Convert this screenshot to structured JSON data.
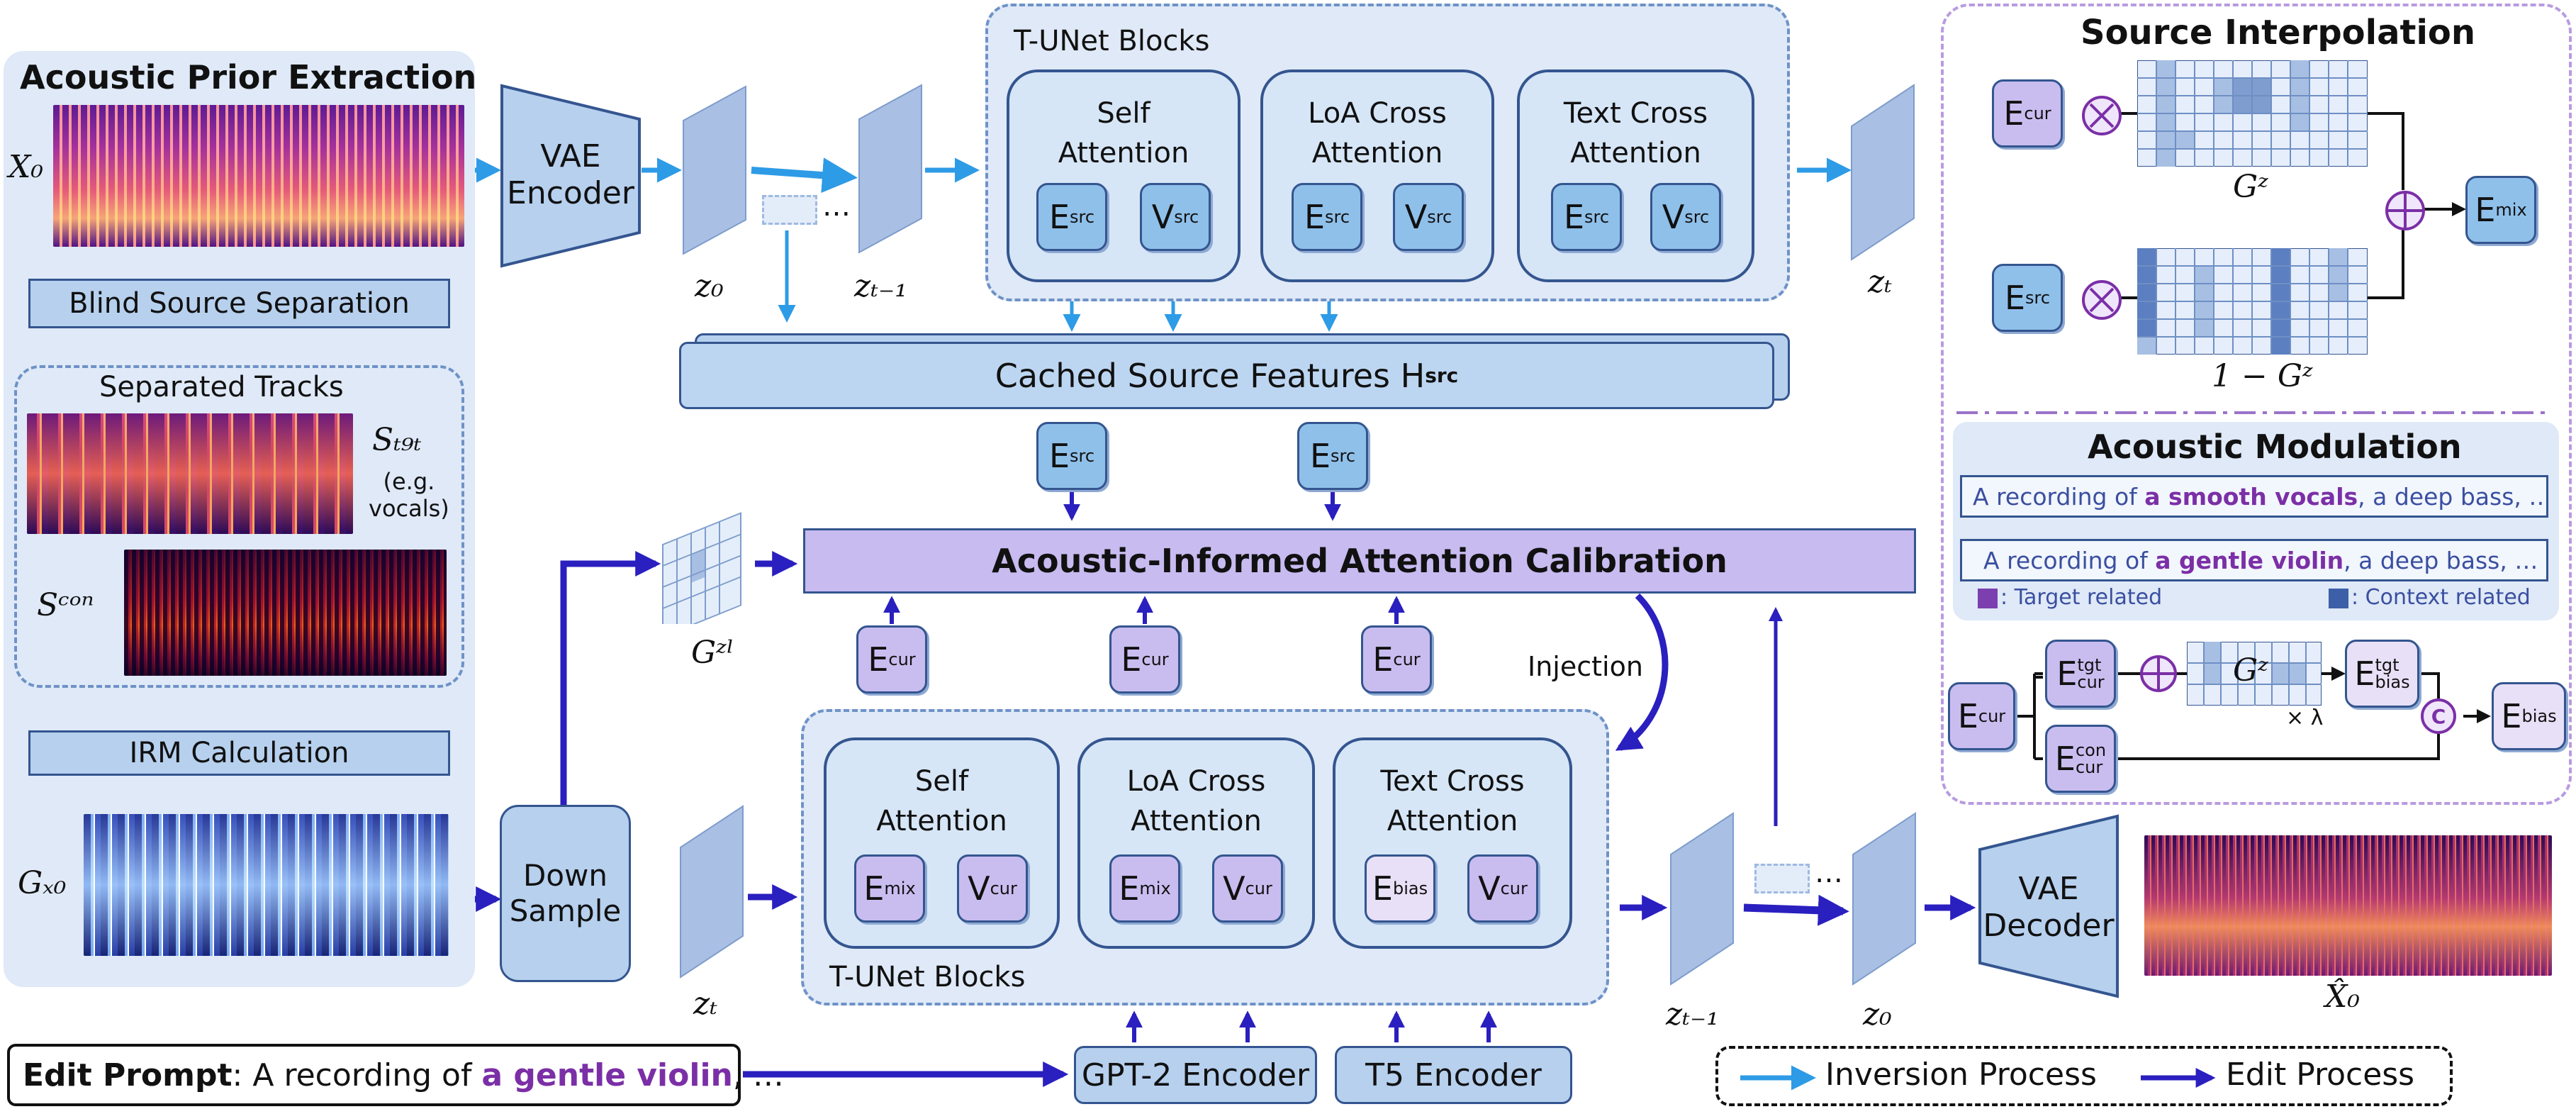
{
  "left_panel": {
    "title": "Acoustic Prior Extraction",
    "x0": "X₀",
    "bss": "Blind Source Separation",
    "tracks_title": "Separated Tracks",
    "s_tgt": "Sₜ₉ₜ",
    "s_tgt_note": "(e.g.\nvocals)",
    "s_con": "Sᶜᵒⁿ",
    "irm": "IRM Calculation",
    "gx0": "Gₓ₀"
  },
  "vae_encoder": "VAE\nEncoder",
  "z0_top": "z₀",
  "zt1_top": "zₜ₋₁",
  "zt_top": "zₜ",
  "top_blocks": {
    "title": "T-UNet Blocks",
    "attn": [
      {
        "label": "Self\nAttention",
        "t1": "E",
        "t1s": "src",
        "t2": "V",
        "t2s": "src"
      },
      {
        "label": "LoA Cross\nAttention",
        "t1": "E",
        "t1s": "src",
        "t2": "V",
        "t2s": "src"
      },
      {
        "label": "Text Cross\nAttention",
        "t1": "E",
        "t1s": "src",
        "t2": "V",
        "t2s": "src"
      }
    ]
  },
  "cached": "Cached Source Features H",
  "cached_sub": "src",
  "esrc": "E",
  "esrc_sub": "src",
  "calib": "Acoustic-Informed Attention Calibration",
  "ecur": "E",
  "ecur_sub": "cur",
  "injection": "Injection",
  "gzl": "Gᶻˡ",
  "downsample": "Down\nSample",
  "zt_bottom": "zₜ",
  "bottom_blocks": {
    "title": "T-UNet Blocks",
    "attn": [
      {
        "label": "Self\nAttention",
        "t1": "E",
        "t1s": "mix",
        "t2": "V",
        "t2s": "cur"
      },
      {
        "label": "LoA Cross\nAttention",
        "t1": "E",
        "t1s": "mix",
        "t2": "V",
        "t2s": "cur"
      },
      {
        "label": "Text Cross\nAttention",
        "t1": "E",
        "t1s": "bias",
        "t2": "V",
        "t2s": "cur"
      }
    ]
  },
  "zt1_bottom": "zₜ₋₁",
  "z0_bottom": "z₀",
  "vae_decoder": "VAE\nDecoder",
  "x0hat": "X̂₀",
  "gpt2": "GPT-2 Encoder",
  "t5": "T5 Encoder",
  "prompt": {
    "label": "Edit Prompt",
    "text1": ": A recording of ",
    "highlight": "a gentle violin",
    "text2": ", …"
  },
  "legend": {
    "inversion": "Inversion Process",
    "edit": "Edit Process"
  },
  "right_panel": {
    "si_title": "Source Interpolation",
    "ecur": "E",
    "ecur_sub": "cur",
    "esrc": "E",
    "esrc_sub": "src",
    "emix": "E",
    "emix_sub": "mix",
    "gz": "Gᶻ",
    "one_minus_gz": "1 − Gᶻ",
    "am_title": "Acoustic Modulation",
    "text_a1": "A recording of ",
    "text_a_hl": "a smooth vocals",
    "text_a2": ", a deep bass, …",
    "text_b1": "A recording of ",
    "text_b_hl": "a gentle violin",
    "text_b2": ", a deep bass, …",
    "legend_target": ": Target related",
    "legend_context": ": Context related",
    "e_tgt": "tgt",
    "e_con": "con",
    "e_bias": "bias",
    "lambda": "× λ",
    "concat": "C"
  },
  "colors": {
    "inversion": "#2e9be6",
    "edit": "#2a1fbf",
    "purple": "#7b2fa6",
    "panel": "#dfe9f7",
    "border": "#34558f"
  }
}
